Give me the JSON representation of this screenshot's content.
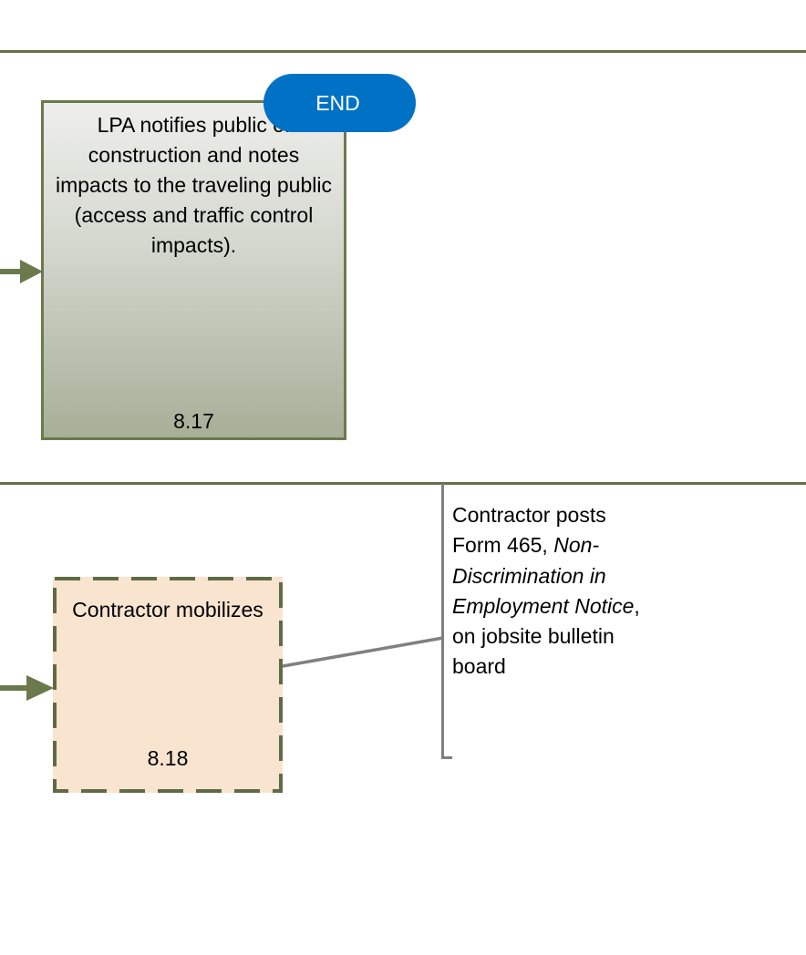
{
  "diagram": {
    "steps": [
      {
        "text": "LPA notifies public of construction and notes impacts to the traveling public (access and traffic control impacts).",
        "number": "8.17"
      },
      {
        "text": "Contractor mobilizes",
        "number": "8.18"
      }
    ],
    "terminator": {
      "label": "END"
    },
    "annotation": {
      "prefix": "Contractor posts Form 465, ",
      "form_title": "Non-Discrimination in Employment Notice",
      "suffix": ", on jobsite bulletin board"
    },
    "colors": {
      "lane_divider": "#6b6e4e",
      "arrow": "#6b7a4d",
      "step_817_border": "#6b7a4d",
      "step_817_fill_top": "#eeeeeb",
      "step_817_fill_bottom": "#a7af98",
      "step_818_fill": "#f9e4d0",
      "step_818_border": "#5f6b45",
      "end_fill": "#0072c6",
      "connector": "#808080"
    }
  }
}
